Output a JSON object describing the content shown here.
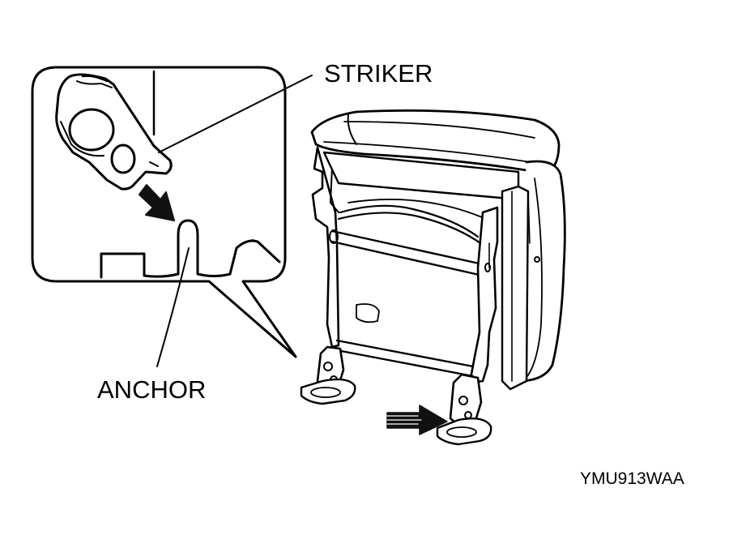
{
  "labels": {
    "striker": "STRIKER",
    "anchor": "ANCHOR",
    "figure_code": "YMU913WAA"
  },
  "colors": {
    "ink": "#000000",
    "paper": "#ffffff",
    "arrow_fill": "#111111"
  }
}
